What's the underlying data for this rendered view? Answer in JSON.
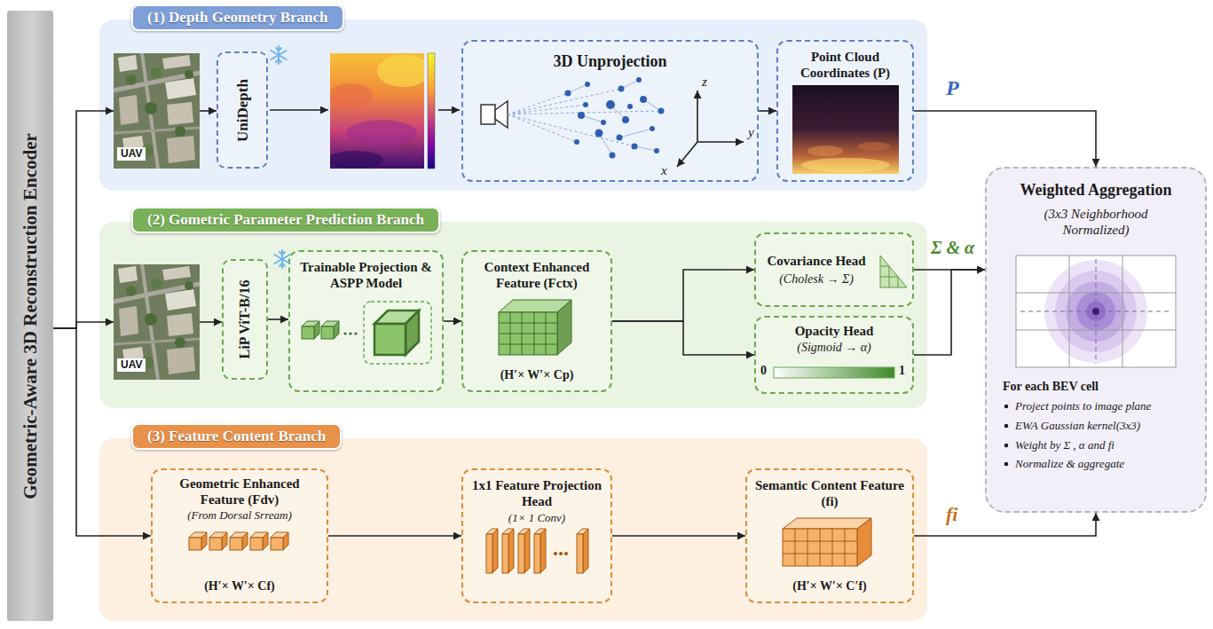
{
  "diagram": {
    "nodes": [
      {
        "text": [
          "Geometric-Aware 3D Reconstruction Encoder"
        ]
      },
      {
        "text": [
          "(1) Depth Geometry Branch"
        ]
      },
      {
        "text": [
          "UAV"
        ],
        "in": 1
      },
      {
        "text": [
          "UniDepth"
        ],
        "in": 1
      },
      {
        "text": [
          "3D Unprojection"
        ],
        "in": 1
      },
      {
        "text": [
          "Point Cloud Coordinates (P)"
        ],
        "in": 1
      },
      {
        "text": [
          "(2) Gometric Parameter Prediction Branch"
        ]
      },
      {
        "text": [
          "UAV"
        ],
        "in": 6
      },
      {
        "text": [
          "LiP ViT-B/16"
        ],
        "in": 6
      },
      {
        "text": [
          "Trainable Projection & ASPP Model"
        ],
        "in": 6
      },
      {
        "text": [
          "Context Enhanced Feature (Fctx)",
          "(H′× W′× Cp)"
        ],
        "in": 6
      },
      {
        "text": [
          "Covariance Head",
          "(Cholesk → Σ)"
        ],
        "in": 6
      },
      {
        "text": [
          "Opacity Head",
          "(Sigmoid → α)"
        ],
        "in": 6
      },
      {
        "text": [
          "(3) Feature Content Branch"
        ]
      },
      {
        "text": [
          "Geometric Enhanced Feature (Fdv)",
          "(From Dorsal Srream)",
          "(H′× W′× Cf)"
        ],
        "in": 13
      },
      {
        "text": [
          "1x1 Feature Projection Head",
          "(1× 1 Conv)"
        ],
        "in": 13
      },
      {
        "text": [
          "Semantic Content Feature (fi)",
          "(H′× W′× C′f)"
        ],
        "in": 13
      },
      {
        "text": [
          "Weighted Aggregation",
          "(3x3 Neighborhood Normalized)",
          "For each BEV cell",
          "Project points to image plane",
          "EWA Gaussian kernel(3x3)",
          "Weight by Σ , α and fi",
          "Normalize & aggregate"
        ]
      }
    ],
    "edges": [
      {
        "from": 0,
        "to": 2,
        "arrow": "to"
      },
      {
        "from": 0,
        "to": 7,
        "arrow": "to"
      },
      {
        "from": 0,
        "to": 14,
        "arrow": "to"
      },
      {
        "from": 2,
        "to": 3,
        "arrow": "to"
      },
      {
        "from": 4,
        "to": 5,
        "arrow": "to"
      },
      {
        "from": 7,
        "to": 8,
        "arrow": "to"
      },
      {
        "from": 8,
        "to": 9,
        "arrow": "to"
      },
      {
        "from": 9,
        "to": 10,
        "arrow": "to"
      },
      {
        "from": 10,
        "to": 11,
        "arrow": "to"
      },
      {
        "from": 10,
        "to": 12,
        "arrow": "to"
      },
      {
        "from": 14,
        "to": 15,
        "arrow": "to"
      },
      {
        "from": 15,
        "to": 16,
        "arrow": "to"
      },
      {
        "from": 5,
        "to": 17,
        "arrow": "to",
        "label": "P"
      },
      {
        "from": 11,
        "to": 17,
        "arrow": "to",
        "label": "Σ & α"
      },
      {
        "from": 12,
        "to": 17,
        "arrow": "to"
      },
      {
        "from": 16,
        "to": 17,
        "arrow": "to",
        "label": "fi"
      }
    ],
    "labels": [
      "z",
      "y",
      "x",
      "0",
      "1"
    ]
  }
}
